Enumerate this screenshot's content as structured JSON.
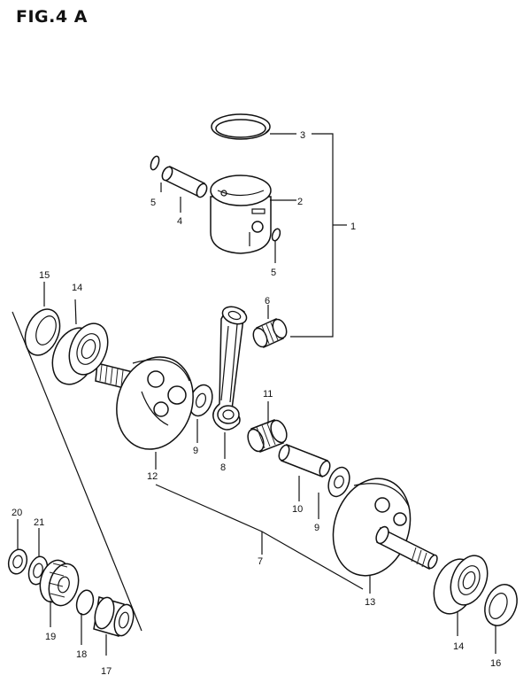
{
  "figure": {
    "title": "FIG.4 A"
  },
  "callouts": {
    "c1": "1",
    "c2": "2",
    "c3": "3",
    "c4": "4",
    "c5a": "5",
    "c5b": "5",
    "c6": "6",
    "c7": "7",
    "c8": "8",
    "c9a": "9",
    "c9b": "9",
    "c10": "10",
    "c11": "11",
    "c12": "12",
    "c13": "13",
    "c14a": "14",
    "c14b": "14",
    "c15": "15",
    "c16": "16",
    "c17": "17",
    "c18": "18",
    "c19": "19",
    "c20": "20",
    "c21": "21"
  }
}
